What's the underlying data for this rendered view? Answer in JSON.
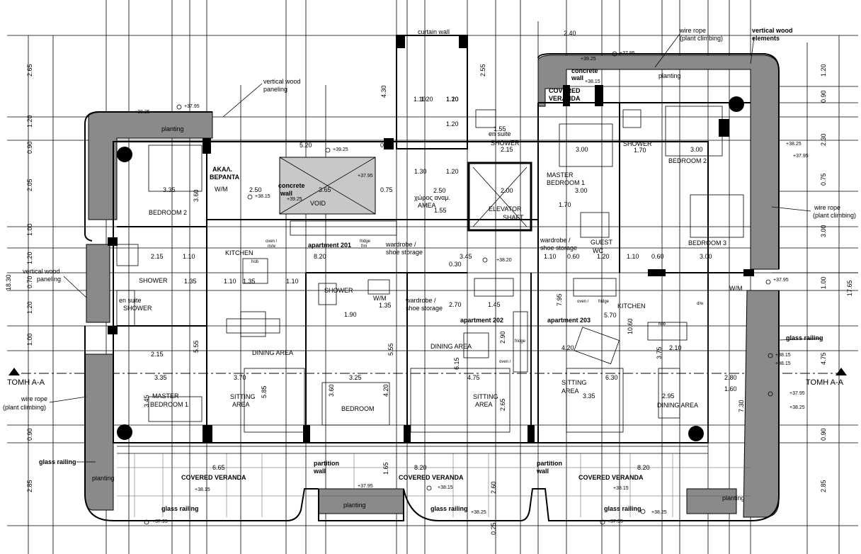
{
  "plan": {
    "section_marks": {
      "left": "TOMH A-A",
      "right": "TOMH A-A"
    },
    "rooms": [
      {
        "id": "bedroom2-left",
        "text": "BEDROOM 2"
      },
      {
        "id": "wm-left",
        "text": "W/M"
      },
      {
        "id": "akal-1",
        "text": "ΑΚΑΛ."
      },
      {
        "id": "akal-2",
        "text": "ΒΕΡΑΝΤΑ"
      },
      {
        "id": "void",
        "text": "VOID"
      },
      {
        "id": "xwros-1",
        "text": "χώρος αναμ."
      },
      {
        "id": "xwros-2",
        "text": "ΑΜΕΑ"
      },
      {
        "id": "elevator-1",
        "text": "ELEVATOR"
      },
      {
        "id": "elevator-2",
        "text": "SHAFT"
      },
      {
        "id": "shower-top",
        "text": "SHOWER"
      },
      {
        "id": "ensuite-top",
        "text": "en suite"
      },
      {
        "id": "master1-top-1",
        "text": "MASTER"
      },
      {
        "id": "master1-top-2",
        "text": "BEDROOM 1"
      },
      {
        "id": "shower-right",
        "text": "SHOWER"
      },
      {
        "id": "bedroom2-right",
        "text": "BEDROOM 2"
      },
      {
        "id": "bedroom3",
        "text": "BEDROOM 3"
      },
      {
        "id": "covered-top-1",
        "text": "COVERED"
      },
      {
        "id": "covered-top-2",
        "text": "VERANDA"
      },
      {
        "id": "kitchen-201",
        "text": "KITCHEN"
      },
      {
        "id": "apt-201",
        "text": "apartment 201"
      },
      {
        "id": "wardrobe-a1",
        "text": "wardrobe /"
      },
      {
        "id": "wardrobe-a2",
        "text": "shoe storage"
      },
      {
        "id": "wardrobe-b1",
        "text": "wardrobe /"
      },
      {
        "id": "wardrobe-b2",
        "text": "shoe storage"
      },
      {
        "id": "guest-wc-1",
        "text": "GUEST"
      },
      {
        "id": "guest-wc-2",
        "text": "WC"
      },
      {
        "id": "shower-left",
        "text": "SHOWER"
      },
      {
        "id": "ensuite-left",
        "text": "en suite"
      },
      {
        "id": "shower-left-2",
        "text": "SHOWER"
      },
      {
        "id": "shower-mid",
        "text": "SHOWER"
      },
      {
        "id": "wm-mid",
        "text": "W/M"
      },
      {
        "id": "wardrobe-c1",
        "text": "wardrobe /"
      },
      {
        "id": "wardrobe-c2",
        "text": "shoe storage"
      },
      {
        "id": "apt-202",
        "text": "apartment 202"
      },
      {
        "id": "apt-203",
        "text": "apartment 203"
      },
      {
        "id": "kitchen-203",
        "text": "KITCHEN"
      },
      {
        "id": "wm-right",
        "text": "W/M"
      },
      {
        "id": "dining-201",
        "text": "DINING AREA"
      },
      {
        "id": "dining-202",
        "text": "DINING AREA"
      },
      {
        "id": "dining-203",
        "text": "DINING AREA"
      },
      {
        "id": "master1-left-1",
        "text": "MASTER"
      },
      {
        "id": "master1-left-2",
        "text": "BEDROOM 1"
      },
      {
        "id": "sitting-201-1",
        "text": "SITTING"
      },
      {
        "id": "sitting-201-2",
        "text": "AREA"
      },
      {
        "id": "bedroom-202",
        "text": "BEDROOM"
      },
      {
        "id": "sitting-202-1",
        "text": "SITTING"
      },
      {
        "id": "sitting-202-2",
        "text": "AREA"
      },
      {
        "id": "sitting-203-1",
        "text": "SITTING"
      },
      {
        "id": "sitting-203-2",
        "text": "AREA"
      },
      {
        "id": "covered-bot-1",
        "text": "COVERED VERANDA"
      },
      {
        "id": "covered-bot-2",
        "text": "COVERED VERANDA"
      },
      {
        "id": "covered-bot-3",
        "text": "COVERED VERANDA"
      },
      {
        "id": "partition-a1",
        "text": "partition"
      },
      {
        "id": "partition-a2",
        "text": "wall"
      },
      {
        "id": "partition-b1",
        "text": "partition"
      },
      {
        "id": "partition-b2",
        "text": "wall"
      }
    ],
    "annotations": [
      {
        "id": "curtain-wall",
        "text": "curtain wall"
      },
      {
        "id": "wire-rope-top-1",
        "text": "wire rope"
      },
      {
        "id": "wire-rope-top-2",
        "text": "(plant climbing)"
      },
      {
        "id": "vwood-top-1",
        "text": "vertical wood"
      },
      {
        "id": "vwood-top-2",
        "text": "elements"
      },
      {
        "id": "vwood-pan-1",
        "text": "vertical wood"
      },
      {
        "id": "vwood-pan-2",
        "text": "paneling"
      },
      {
        "id": "concrete-wall-top-1",
        "text": "concrete"
      },
      {
        "id": "concrete-wall-top-2",
        "text": "wall"
      },
      {
        "id": "concrete-wall-mid-1",
        "text": "concrete"
      },
      {
        "id": "concrete-wall-mid-2",
        "text": "wall"
      },
      {
        "id": "vwood-left-1",
        "text": "vertical wood"
      },
      {
        "id": "vwood-left-2",
        "text": "paneling"
      },
      {
        "id": "wire-rope-right-1",
        "text": "wire rope"
      },
      {
        "id": "wire-rope-right-2",
        "text": "(plant climbing)"
      },
      {
        "id": "wire-rope-left-1",
        "text": "wire rope"
      },
      {
        "id": "wire-rope-left-2",
        "text": "(plant climbing)"
      },
      {
        "id": "glass-railing-right",
        "text": "glass railing"
      },
      {
        "id": "glass-railing-left",
        "text": "glass railing"
      },
      {
        "id": "glass-railing-b1",
        "text": "glass railing"
      },
      {
        "id": "glass-railing-b2",
        "text": "glass railing"
      },
      {
        "id": "glass-railing-b3",
        "text": "glass railing"
      },
      {
        "id": "planting-top-l",
        "text": "planting"
      },
      {
        "id": "planting-top-r",
        "text": "planting"
      },
      {
        "id": "planting-bot-1",
        "text": "planting"
      },
      {
        "id": "planting-bot-2",
        "text": "planting"
      },
      {
        "id": "planting-bot-3",
        "text": "planting"
      },
      {
        "id": "oven-1",
        "text": "oven /"
      },
      {
        "id": "oven-2",
        "text": "m/w"
      },
      {
        "id": "fridge-1",
        "text": "fridge"
      },
      {
        "id": "fridge-2",
        "text": "f/m"
      },
      {
        "id": "hob-1",
        "text": "hob"
      },
      {
        "id": "fridge-c",
        "text": "fridge"
      },
      {
        "id": "oven-c",
        "text": "oven /"
      },
      {
        "id": "oven-d",
        "text": "oven /"
      },
      {
        "id": "fridge-d",
        "text": "fridge"
      },
      {
        "id": "hob-2",
        "text": "hob"
      },
      {
        "id": "dw",
        "text": "d/w"
      }
    ],
    "levels": [
      {
        "id": "lv1",
        "text": "+37.95"
      },
      {
        "id": "lv2",
        "text": "+39.25"
      },
      {
        "id": "lv3",
        "text": "+37.95"
      },
      {
        "id": "lv4",
        "text": "+38.25"
      },
      {
        "id": "lv5",
        "text": "+39.25"
      },
      {
        "id": "lv6",
        "text": "+37.95"
      },
      {
        "id": "lv7",
        "text": "+39.25"
      },
      {
        "id": "lv8",
        "text": "+38.15"
      },
      {
        "id": "lv9",
        "text": "+38.15"
      },
      {
        "id": "lv10",
        "text": "+38.20"
      },
      {
        "id": "lv11",
        "text": "+38.25"
      },
      {
        "id": "lv12",
        "text": "+37.95"
      },
      {
        "id": "lv13",
        "text": "+37.95"
      },
      {
        "id": "lv14",
        "text": "+38.15"
      },
      {
        "id": "lv15",
        "text": "+37.95"
      },
      {
        "id": "lv16",
        "text": "+38.25"
      },
      {
        "id": "lv17",
        "text": "+38.15"
      },
      {
        "id": "lv18",
        "text": "+37.95"
      },
      {
        "id": "lv19",
        "text": "+38.15"
      },
      {
        "id": "lv20",
        "text": "+38.15"
      },
      {
        "id": "lv21",
        "text": "+38.25"
      },
      {
        "id": "lv22",
        "text": "+38.25"
      },
      {
        "id": "lv23",
        "text": "+37.95"
      },
      {
        "id": "lv24",
        "text": "+37.95"
      },
      {
        "id": "lv25",
        "text": "+38.15"
      }
    ],
    "dims_h": [
      {
        "id": "d-240",
        "text": "2.40"
      },
      {
        "id": "d-520",
        "text": "5.20"
      },
      {
        "id": "d-075a",
        "text": "0.75"
      },
      {
        "id": "d-155",
        "text": "1.55"
      },
      {
        "id": "d-215a",
        "text": "2.15"
      },
      {
        "id": "d-300a",
        "text": "3.00"
      },
      {
        "id": "d-170a",
        "text": "1.70"
      },
      {
        "id": "d-300b",
        "text": "3.00"
      },
      {
        "id": "d-335a",
        "text": "3.35"
      },
      {
        "id": "d-250",
        "text": "2.50"
      },
      {
        "id": "d-365",
        "text": "3.65"
      },
      {
        "id": "d-075b",
        "text": "0.75"
      },
      {
        "id": "d-130a",
        "text": "1.30"
      },
      {
        "id": "d-120a",
        "text": "1.20"
      },
      {
        "id": "d-250b",
        "text": "2.50"
      },
      {
        "id": "d-200",
        "text": "2.00"
      },
      {
        "id": "d-300c",
        "text": "3.00"
      },
      {
        "id": "d-170b",
        "text": "1.70"
      },
      {
        "id": "d-120b",
        "text": "1.20"
      },
      {
        "id": "d-110a",
        "text": "1.10"
      },
      {
        "id": "d-120c",
        "text": "1.20"
      },
      {
        "id": "d-110b",
        "text": "1.10"
      },
      {
        "id": "d-120d",
        "text": "1.20"
      },
      {
        "id": "d-155b",
        "text": "1.55"
      },
      {
        "id": "d-820a",
        "text": "8.20"
      },
      {
        "id": "d-215b",
        "text": "2.15"
      },
      {
        "id": "d-110c",
        "text": "1.10"
      },
      {
        "id": "d-345",
        "text": "3.45"
      },
      {
        "id": "d-030",
        "text": "0.30"
      },
      {
        "id": "d-110d",
        "text": "1.10"
      },
      {
        "id": "d-060a",
        "text": "0.60"
      },
      {
        "id": "d-120e",
        "text": "1.20"
      },
      {
        "id": "d-110e",
        "text": "1.10"
      },
      {
        "id": "d-060b",
        "text": "0.60"
      },
      {
        "id": "d-300d",
        "text": "3.00"
      },
      {
        "id": "d-135a",
        "text": "1.35"
      },
      {
        "id": "d-110f",
        "text": "1.10"
      },
      {
        "id": "d-135b",
        "text": "1.35"
      },
      {
        "id": "d-110g",
        "text": "1.10"
      },
      {
        "id": "d-190",
        "text": "1.90"
      },
      {
        "id": "d-135c",
        "text": "1.35"
      },
      {
        "id": "d-270",
        "text": "2.70"
      },
      {
        "id": "d-145",
        "text": "1.45"
      },
      {
        "id": "d-570",
        "text": "5.70"
      },
      {
        "id": "d-215c",
        "text": "2.15"
      },
      {
        "id": "d-420",
        "text": "4.20"
      },
      {
        "id": "d-210",
        "text": "2.10"
      },
      {
        "id": "d-335b",
        "text": "3.35"
      },
      {
        "id": "d-370",
        "text": "3.70"
      },
      {
        "id": "d-325",
        "text": "3.25"
      },
      {
        "id": "d-475",
        "text": "4.75"
      },
      {
        "id": "d-630",
        "text": "6.30"
      },
      {
        "id": "d-280",
        "text": "2.80"
      },
      {
        "id": "d-335c",
        "text": "3.35"
      },
      {
        "id": "d-295",
        "text": "2.95"
      },
      {
        "id": "d-160",
        "text": "1.60"
      },
      {
        "id": "d-665",
        "text": "6.65"
      },
      {
        "id": "d-820b",
        "text": "8.20"
      },
      {
        "id": "d-820c",
        "text": "8.20"
      }
    ],
    "dims_v": [
      {
        "id": "v-265",
        "text": "2.65"
      },
      {
        "id": "v-120a",
        "text": "1.20"
      },
      {
        "id": "v-090a",
        "text": "0.90"
      },
      {
        "id": "v-205",
        "text": "2.05"
      },
      {
        "id": "v-100a",
        "text": "1.00"
      },
      {
        "id": "v-120b",
        "text": "1.20"
      },
      {
        "id": "v-070",
        "text": "0.70"
      },
      {
        "id": "v-120c",
        "text": "1.20"
      },
      {
        "id": "v-100b",
        "text": "1.00"
      },
      {
        "id": "v-345",
        "text": "3.45"
      },
      {
        "id": "v-090b",
        "text": "0.90"
      },
      {
        "id": "v-285a",
        "text": "2.85"
      },
      {
        "id": "v-1830",
        "text": "18.30"
      },
      {
        "id": "v-430",
        "text": "4.30"
      },
      {
        "id": "v-255",
        "text": "2.55"
      },
      {
        "id": "v-120r",
        "text": "1.20"
      },
      {
        "id": "v-090r",
        "text": "0.90"
      },
      {
        "id": "v-230",
        "text": "2.30"
      },
      {
        "id": "v-075r",
        "text": "0.75"
      },
      {
        "id": "v-300r",
        "text": "3.00"
      },
      {
        "id": "v-100r",
        "text": "1.00"
      },
      {
        "id": "v-475",
        "text": "4.75"
      },
      {
        "id": "v-090r2",
        "text": "0.90"
      },
      {
        "id": "v-285r",
        "text": "2.85"
      },
      {
        "id": "v-1765",
        "text": "17.65"
      },
      {
        "id": "v-360",
        "text": "3.60"
      },
      {
        "id": "v-555a",
        "text": "5.55"
      },
      {
        "id": "v-555b",
        "text": "5.55"
      },
      {
        "id": "v-585",
        "text": "5.85"
      },
      {
        "id": "v-360b",
        "text": "3.60"
      },
      {
        "id": "v-420b",
        "text": "4.20"
      },
      {
        "id": "v-265b",
        "text": "2.65"
      },
      {
        "id": "v-1060",
        "text": "10.60"
      },
      {
        "id": "v-795",
        "text": "7.95"
      },
      {
        "id": "v-730",
        "text": "7.30"
      },
      {
        "id": "v-290",
        "text": "2.90"
      },
      {
        "id": "v-615",
        "text": "6.15"
      },
      {
        "id": "v-375",
        "text": "3.75"
      },
      {
        "id": "v-165",
        "text": "1.65"
      },
      {
        "id": "v-260",
        "text": "2.60"
      },
      {
        "id": "v-025",
        "text": "0.25"
      }
    ]
  }
}
